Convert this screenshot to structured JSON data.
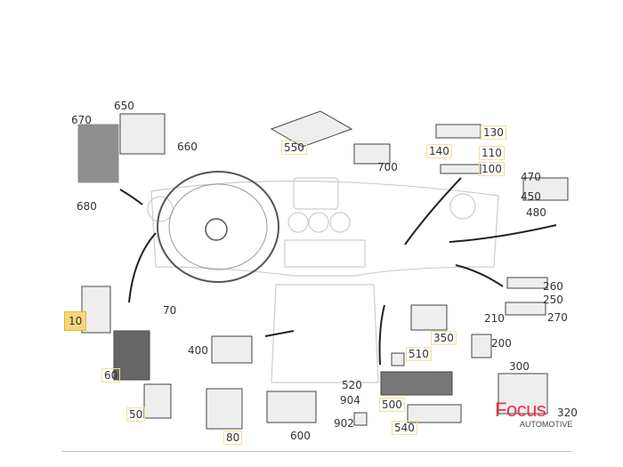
{
  "diagram": {
    "part_labels": [
      "670",
      "650",
      "660",
      "680",
      "550",
      "700",
      "130",
      "140",
      "110",
      "100",
      "470",
      "450",
      "480",
      "260",
      "250",
      "270",
      "210",
      "350",
      "200",
      "300",
      "320",
      "510",
      "520",
      "904",
      "902",
      "500",
      "540",
      "400",
      "600",
      "80",
      "50",
      "60",
      "10",
      "70"
    ],
    "highlighted_label": "10"
  },
  "logo": {
    "brand": "Focus",
    "sub": "AUTOMOTIVE"
  },
  "colors": {
    "highlight": "#f7d77a",
    "brand": "#e8334a",
    "line": "#333333"
  }
}
